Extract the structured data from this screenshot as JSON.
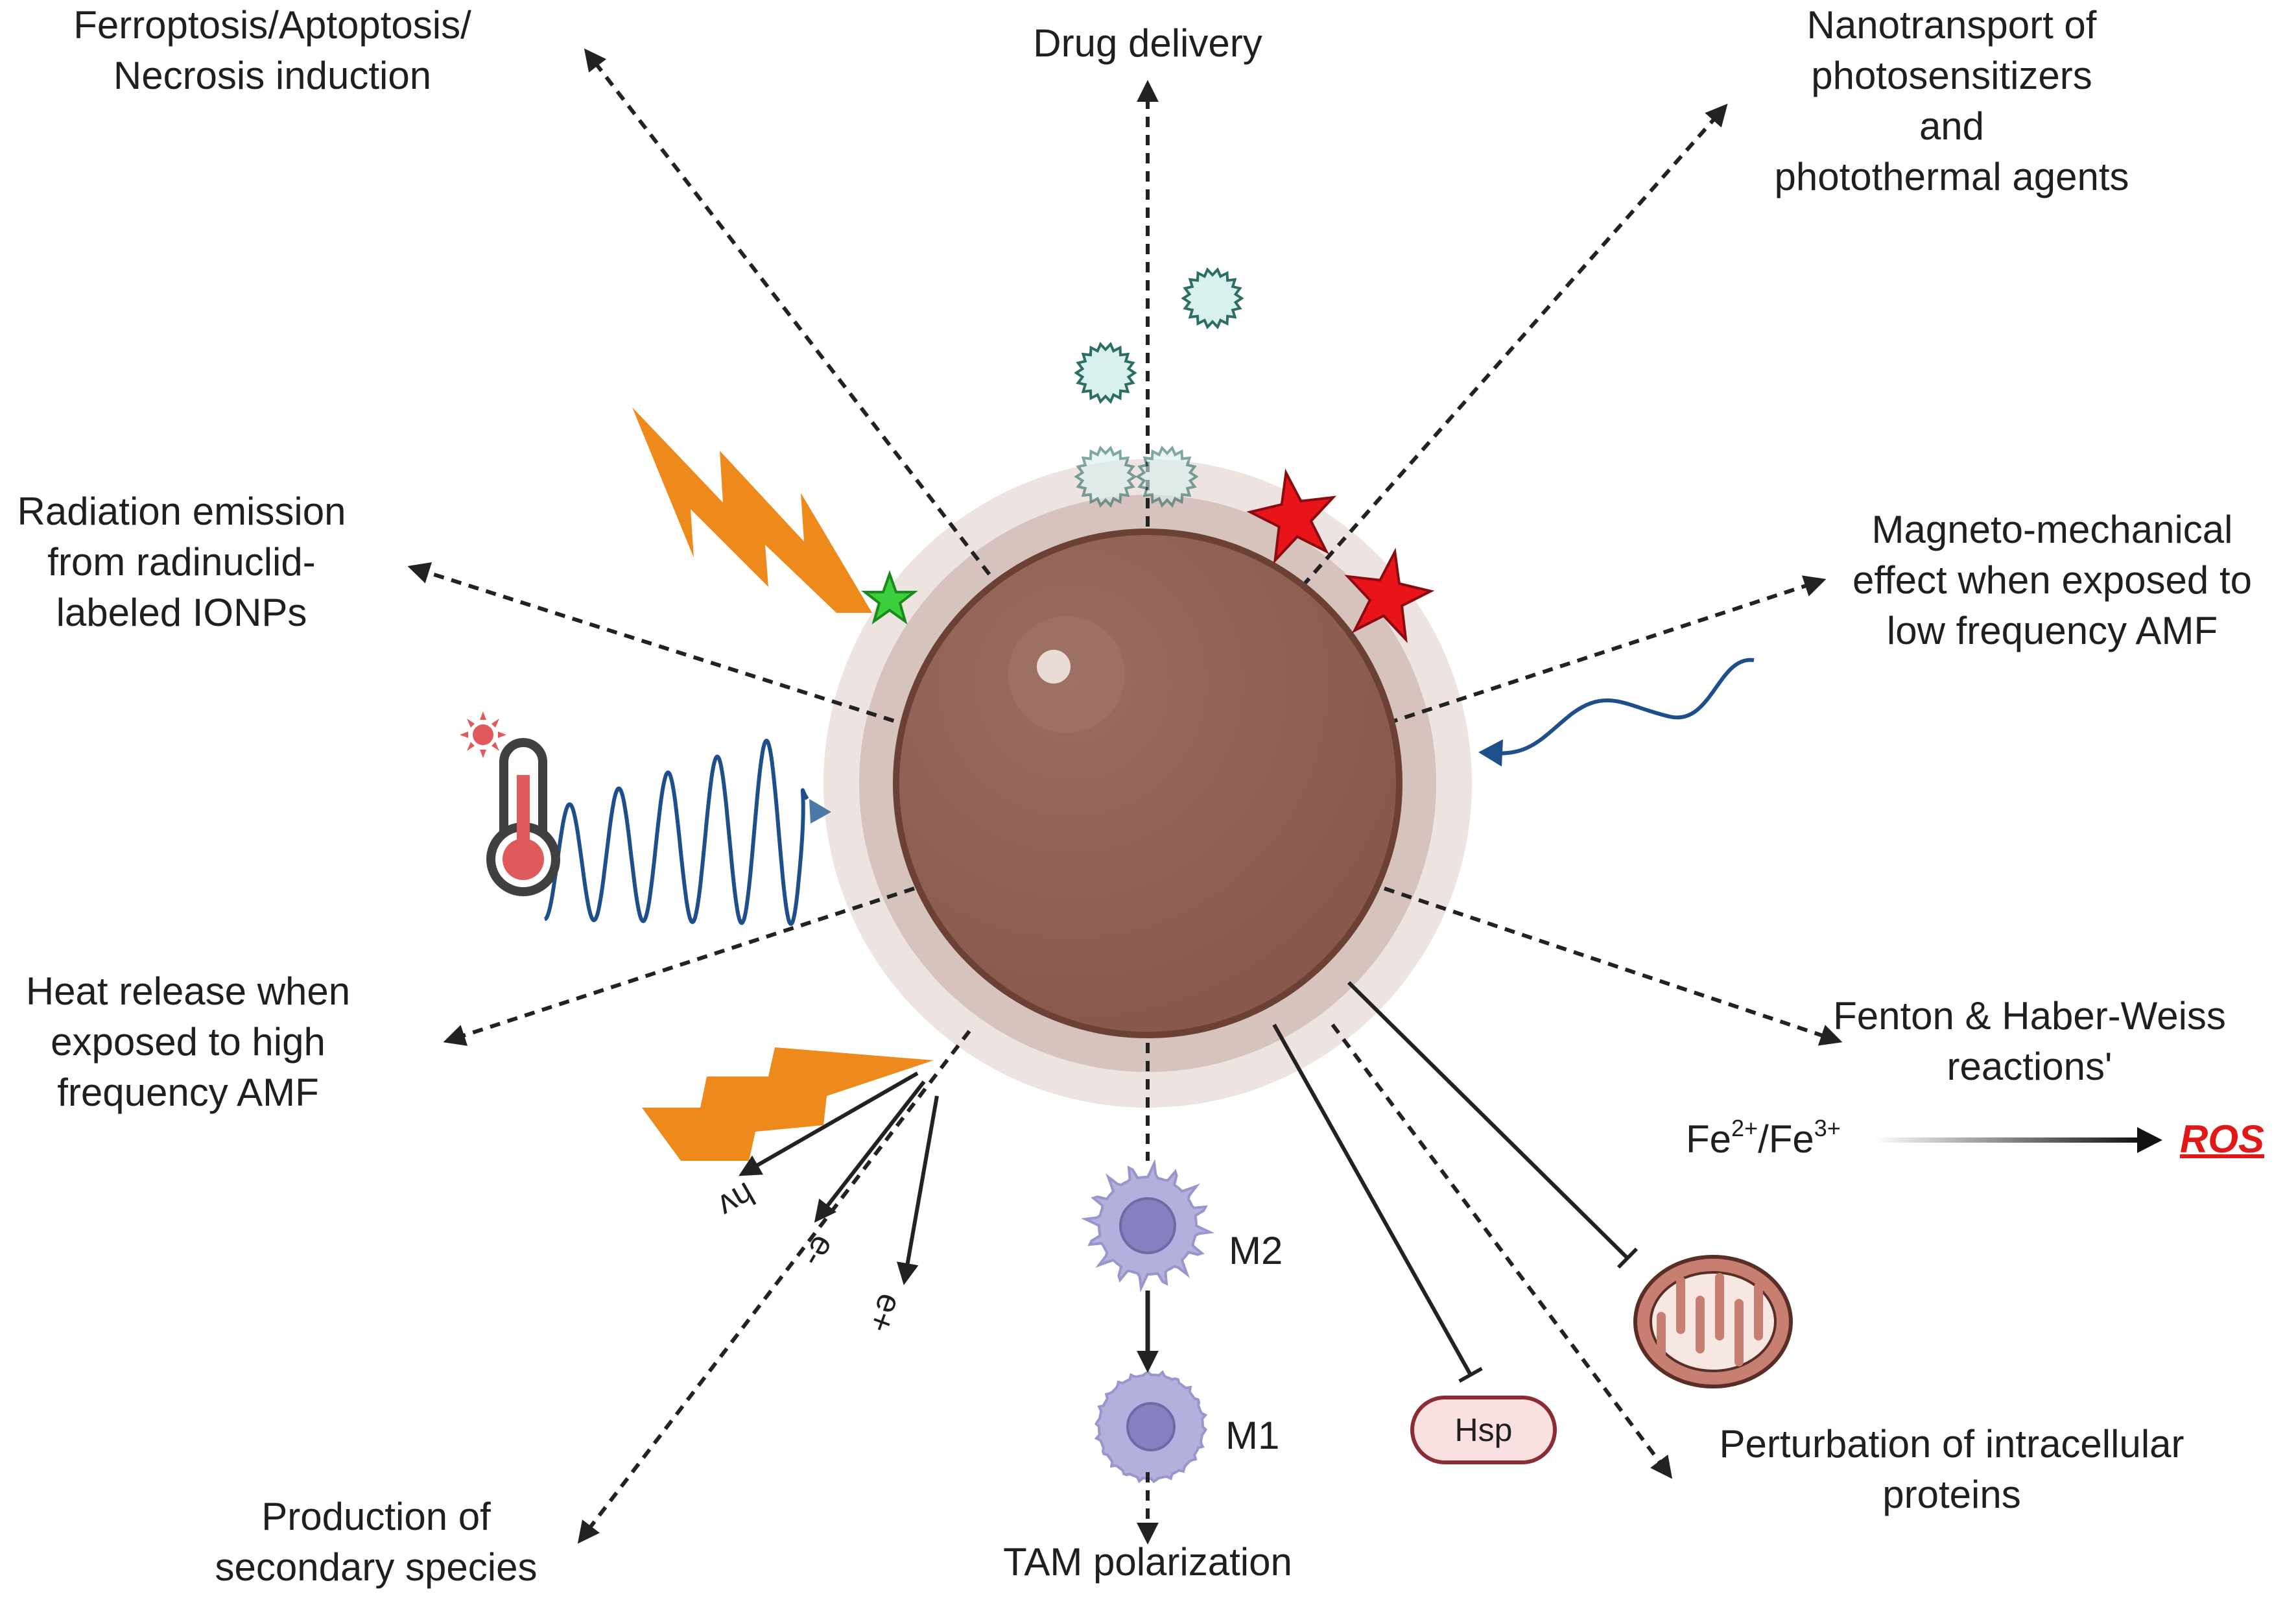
{
  "labels": {
    "ferroptosis": [
      "Ferroptosis/Aptoptosis/",
      "Necrosis induction"
    ],
    "drug_delivery": "Drug delivery",
    "nanotransport": [
      "Nanotransport of",
      "photosensitizers",
      "and",
      "photothermal agents"
    ],
    "radiation": [
      "Radiation emission",
      "from radinuclid-",
      "labeled IONPs"
    ],
    "magneto": [
      "Magneto-mechanical",
      "effect when exposed to",
      "low frequency AMF"
    ],
    "heat": [
      "Heat release when",
      "exposed to high",
      "frequency AMF"
    ],
    "fenton": [
      "Fenton & Haber-Weiss",
      "reactions'"
    ],
    "fe_formula": {
      "base1": "Fe",
      "sup1": "2+",
      "mid": "/Fe",
      "sup2": "3+"
    },
    "ros": "ROS",
    "perturbation": [
      "Perturbation of intracellular",
      "proteins"
    ],
    "production": [
      "Production of",
      "secondary species"
    ],
    "tam": "TAM polarization",
    "m2": "M2",
    "m1": "M1",
    "hsp": "Hsp",
    "hv": "hv",
    "e_minus": "e-",
    "e_plus": "e+"
  },
  "colors": {
    "core": "#8b5e52",
    "core_edge": "#6b4135",
    "shell_outer": "#ede3e0",
    "shell_mid": "#d6c3bd",
    "shell_inner": "#b99b92",
    "lightning": "#ee8a1c",
    "wave": "#1f4f8a",
    "star_red": "#e8141a",
    "star_green": "#3ccf3c",
    "drug": "#d8f0ee",
    "drug_edge": "#2c6e64",
    "macrophage": "#b3b0de",
    "macrophage_nucleus": "#8581bf",
    "thermometer": "#e05a5c",
    "mito": "#c77f72",
    "hsp_fill": "#fbe0e2",
    "hsp_edge": "#8b2b36",
    "ros": "#e01818"
  },
  "icons": [
    "lightning-bolt-icon",
    "green-star-icon",
    "red-star-icon",
    "drug-molecule-icon",
    "thermometer-icon",
    "sun-icon",
    "macrophage-icon",
    "mitochondrion-icon",
    "hsp-capsule-icon",
    "wave-icon"
  ]
}
